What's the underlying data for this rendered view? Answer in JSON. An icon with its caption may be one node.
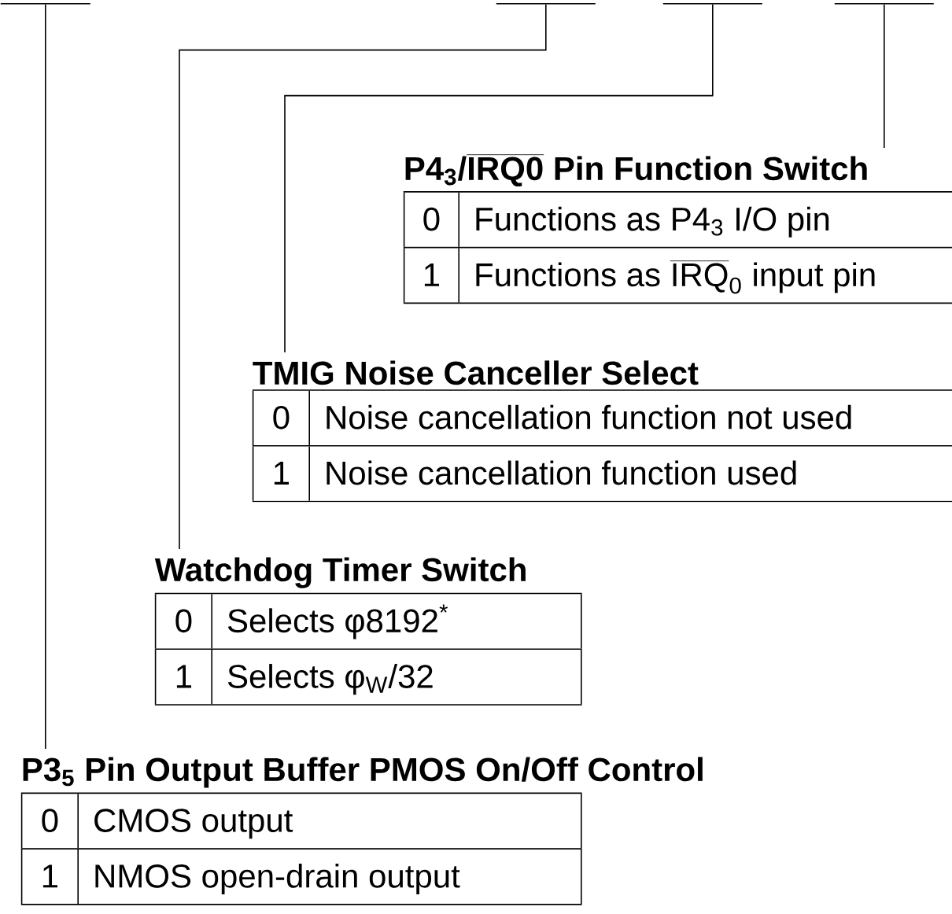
{
  "diagram": {
    "nodes": [
      {
        "text": [],
        "shape": "bar"
      },
      {
        "text": [],
        "shape": "bar"
      },
      {
        "text": [],
        "shape": "bar"
      },
      {
        "text": [],
        "shape": "bar"
      },
      {
        "text": [
          "\\textbf{P4\\textsubscript{3}/}\\overline{\\textbf{IRQ0}}\\textbf{ Pin Function Switch}",
          "0",
          "Functions as P4$_{3}$ I/O pin",
          "1",
          "\\text{Functions as }\\overline{\\text{IRQ}}_{\\text{0}}\\text{ input pin}"
        ]
      },
      {
        "text": [
          "TMIG Noise Canceller Select",
          "0",
          "Noise cancellation function not used",
          "1",
          "Noise cancellation function used"
        ]
      },
      {
        "text": [
          "Watchdog Timer Switch",
          "0",
          "Selects φ8192$^{*}$",
          "1",
          "Selects φ$_{W}$/32"
        ]
      },
      {
        "text": [
          "P3$_{5}$ Pin Output Buffer PMOS On/Off Control",
          "0",
          "CMOS output",
          "1",
          "NMOS open-drain output"
        ]
      }
    ],
    "edges": [
      {
        "from": 0,
        "to": 7,
        "arrow": "none"
      },
      {
        "from": 1,
        "to": 6,
        "arrow": "none"
      },
      {
        "from": 2,
        "to": 5,
        "arrow": "none"
      },
      {
        "from": 3,
        "to": 4,
        "arrow": "none"
      }
    ]
  }
}
